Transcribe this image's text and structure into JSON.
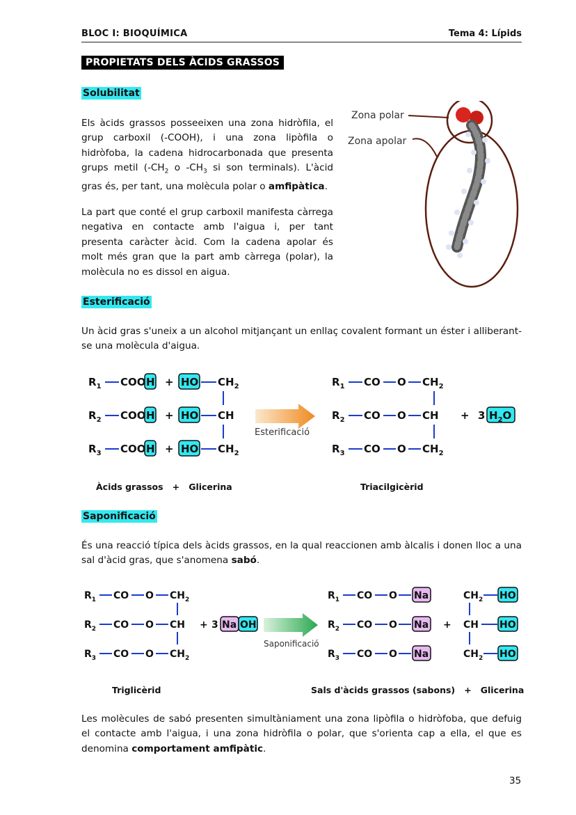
{
  "header": {
    "left": "BLOC I: BIOQUÍMICA",
    "right": "Tema 4: Lípids"
  },
  "section_title": "PROPIETATS DELS ÀCIDS GRASSOS",
  "solubility": {
    "heading": "Solubilitat",
    "p1_a": "Els àcids grassos posseeixen una zona hidròfila, el grup carboxil (-COOH), i una zona lipòfila o hidròfoba, la cadena hidrocarbonada que presenta grups metil (-CH",
    "p1_sub1": "2",
    "p1_b": " o -CH",
    "p1_sub2": "3",
    "p1_c": " si son terminals). L'àcid gras és, per tant,  una molècula polar o ",
    "p1_bold": "amfipàtica",
    "p1_end": ".",
    "p2": "La part que conté el grup carboxil manifesta càrrega negativa en contacte amb l'aigua i, per tant presenta caràcter àcid. Com la cadena apolar és molt més gran que la part amb càrrega (polar), la molècula no es dissol en aigua.",
    "figure": {
      "label_polar": "Zona polar",
      "label_apolar": "Zona apolar"
    }
  },
  "esterification": {
    "heading": "Esterificació",
    "text": "Un àcid gras s'uneix a un alcohol mitjançant un enllaç covalent formant un éster i alliberant-se una molècula d'aigua.",
    "arrow_label": "Esterificació",
    "caption_left_1": "Àcids grassos",
    "caption_plus": "+",
    "caption_left_2": "Glicerina",
    "caption_right": "Triacilgicèrid",
    "eq": {
      "R": "R",
      "sub1": "1",
      "sub2": "2",
      "sub3": "3",
      "cooh_a": "COO",
      "cooh_h": "H",
      "plus": "+",
      "ho": "HO",
      "ch2": "CH",
      "two": "2",
      "ch": "CH",
      "co": "CO",
      "o": "O",
      "coef": "3",
      "h2o_h": "H",
      "h2o_o": "O"
    }
  },
  "saponification": {
    "heading": "Saponificació",
    "text_a": "És una reacció típica dels àcids grassos, en la qual reaccionen amb àlcalis i donen lloc a una sal d'àcid gras, que s'anomena ",
    "text_bold": "sabó",
    "text_end": ".",
    "arrow_label": "Saponificació",
    "caption_left": "Triglicèrid",
    "caption_right_1": "Sals d'àcids grassos (sabons)",
    "caption_plus": "+",
    "caption_right_2": "Glicerina",
    "eq": {
      "R": "R",
      "sub1": "1",
      "sub2": "2",
      "sub3": "3",
      "co": "CO",
      "o": "O",
      "ch2": "CH",
      "two": "2",
      "ch": "CH",
      "plus": "+",
      "coef": "3",
      "na": "Na",
      "oh": "OH",
      "ho": "HO"
    }
  },
  "closing": {
    "text_a": "Les molècules de sabó presenten simultàniament una zona lipòfila o hidròfoba, que defuig el contacte amb l'aigua, i una zona hidròfila o polar, que s'orienta cap a ella, el que es denomina ",
    "text_bold": "comportament amfipàtic",
    "text_end": "."
  },
  "page_number": "35",
  "colors": {
    "cyan": "#33e8f0",
    "violet": "#e8b8f0",
    "bond": "#1a3ccc",
    "orange_arrow": "#f0902a",
    "green_arrow": "#3ab060"
  }
}
